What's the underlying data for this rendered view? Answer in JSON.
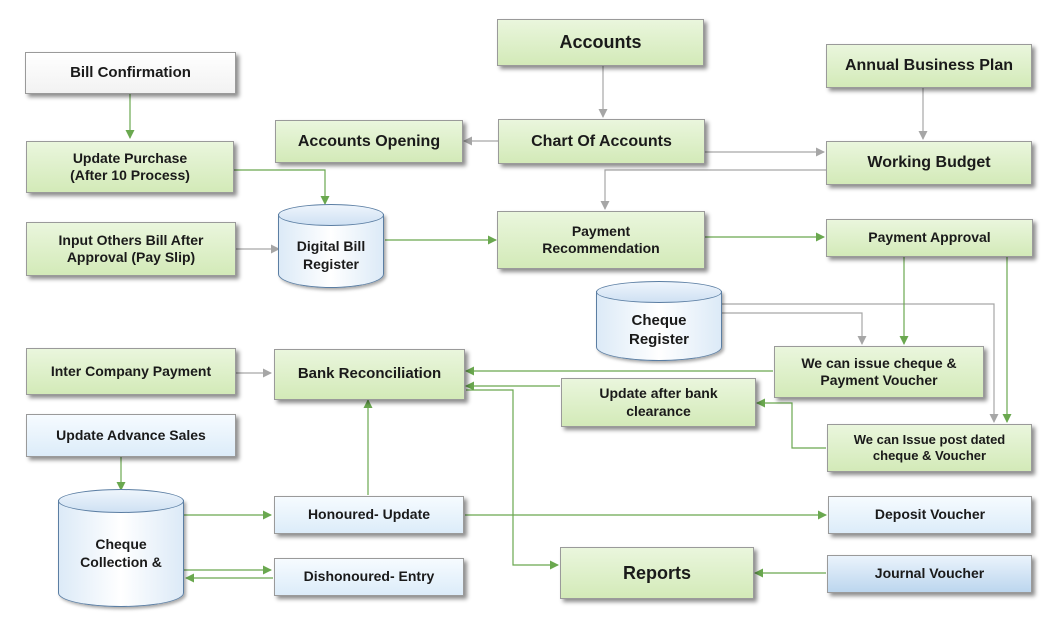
{
  "nodes": {
    "accounts": "Accounts",
    "bill_confirmation": "Bill Confirmation",
    "annual_business_plan": "Annual Business Plan",
    "accounts_opening": "Accounts Opening",
    "chart_of_accounts": "Chart Of Accounts",
    "working_budget": "Working Budget",
    "update_purchase_1": "Update Purchase",
    "update_purchase_2": "(After 10 Process)",
    "digital_bill_1": "Digital Bill",
    "digital_bill_2": "Register",
    "input_others_1": "Input Others Bill After",
    "input_others_2": "Approval (Pay Slip)",
    "payment_recommendation_1": "Payment",
    "payment_recommendation_2": "Recommendation",
    "payment_approval": "Payment Approval",
    "cheque_register_1": "Cheque",
    "cheque_register_2": "Register",
    "inter_company_payment": "Inter Company Payment",
    "bank_reconciliation": "Bank Reconciliation",
    "issue_cheque_1": "We can issue cheque &",
    "issue_cheque_2": "Payment  Voucher",
    "update_after_bank_1": "Update after bank",
    "update_after_bank_2": "clearance",
    "update_advance_sales": "Update Advance Sales",
    "post_dated_1": "We can Issue  post dated",
    "post_dated_2": "cheque & Voucher",
    "cheque_collection_1": "Cheque",
    "cheque_collection_2": "Collection &",
    "honoured_update": "Honoured- Update",
    "deposit_voucher": "Deposit Voucher",
    "dishonoured_entry": "Dishonoured- Entry",
    "reports": "Reports",
    "journal_voucher": "Journal Voucher"
  },
  "colors": {
    "green_fill": "#d3eab8",
    "green_arrow": "#6aa84f",
    "gray_arrow": "#a6a6a6",
    "cylinder_border": "#5b7ea3",
    "journal_fill": "#bcd6ee"
  }
}
